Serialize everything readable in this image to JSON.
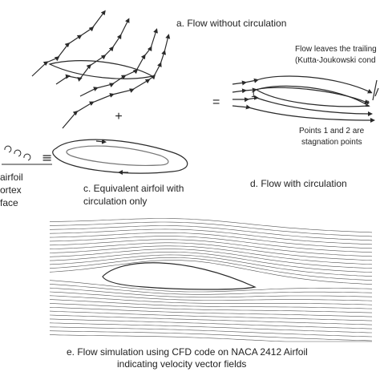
{
  "labels": {
    "a": "a. Flow without circulation",
    "b_part1": "airfoil",
    "b_part2": "ortex",
    "b_part3": "face",
    "c_line1": "c. Equivalent airfoil with",
    "c_line2": "circulation only",
    "d": "d. Flow with circulation",
    "trailing_line1": "Flow leaves the trailing",
    "trailing_line2": "(Kutta-Joukowski cond",
    "stag_line1": "Points 1 and 2 are",
    "stag_line2": "stagnation points",
    "e_line1": "e. Flow simulation using CFD code on NACA 2412 Airfoil",
    "e_line2": "indicating velocity vector fields"
  },
  "symbols": {
    "plus": "+",
    "equals_left": "≡",
    "equals_right": "=",
    "point1": "1",
    "point2": "2"
  },
  "colors": {
    "stroke": "#2a2a2a",
    "airfoil_fill": "#ffffff",
    "streamline": "#555555",
    "text": "#222222"
  }
}
